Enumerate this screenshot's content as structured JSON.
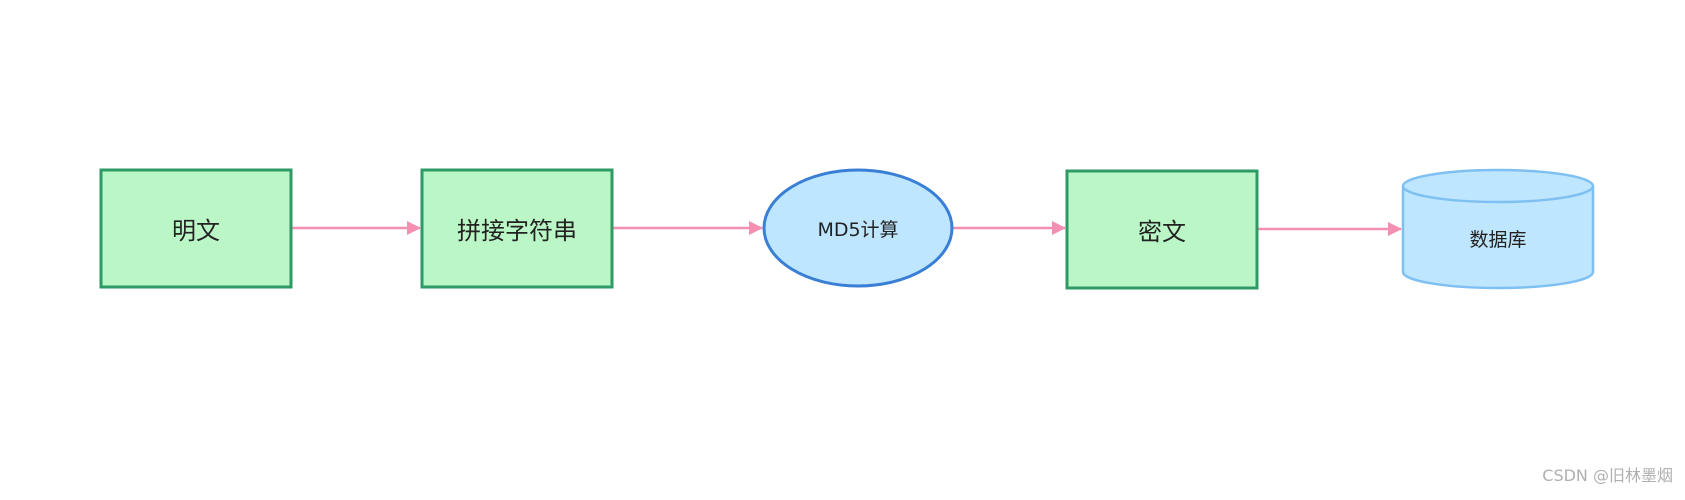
{
  "nodes": {
    "plaintext": {
      "label": "明文",
      "shape": "rectangle",
      "fill": "#bbf7c6",
      "stroke": "#2e9a66"
    },
    "concat": {
      "label": "拼接字符串",
      "shape": "rectangle",
      "fill": "#bbf7c6",
      "stroke": "#2e9a66"
    },
    "md5": {
      "label": "MD5计算",
      "shape": "ellipse",
      "fill": "#bfe6ff",
      "stroke": "#3a7fd6"
    },
    "ciphertext": {
      "label": "密文",
      "shape": "rectangle",
      "fill": "#bbf7c6",
      "stroke": "#2e9a66"
    },
    "database": {
      "label": "数据库",
      "shape": "cylinder",
      "fill": "#bfe6ff",
      "stroke": "#7fc0f2"
    }
  },
  "edges": [
    {
      "from": "plaintext",
      "to": "concat"
    },
    {
      "from": "concat",
      "to": "md5"
    },
    {
      "from": "md5",
      "to": "ciphertext"
    },
    {
      "from": "ciphertext",
      "to": "database"
    }
  ],
  "colors": {
    "arrow": "#f48fb1",
    "background": "#ffffff"
  },
  "watermark": "CSDN @旧林墨烟"
}
